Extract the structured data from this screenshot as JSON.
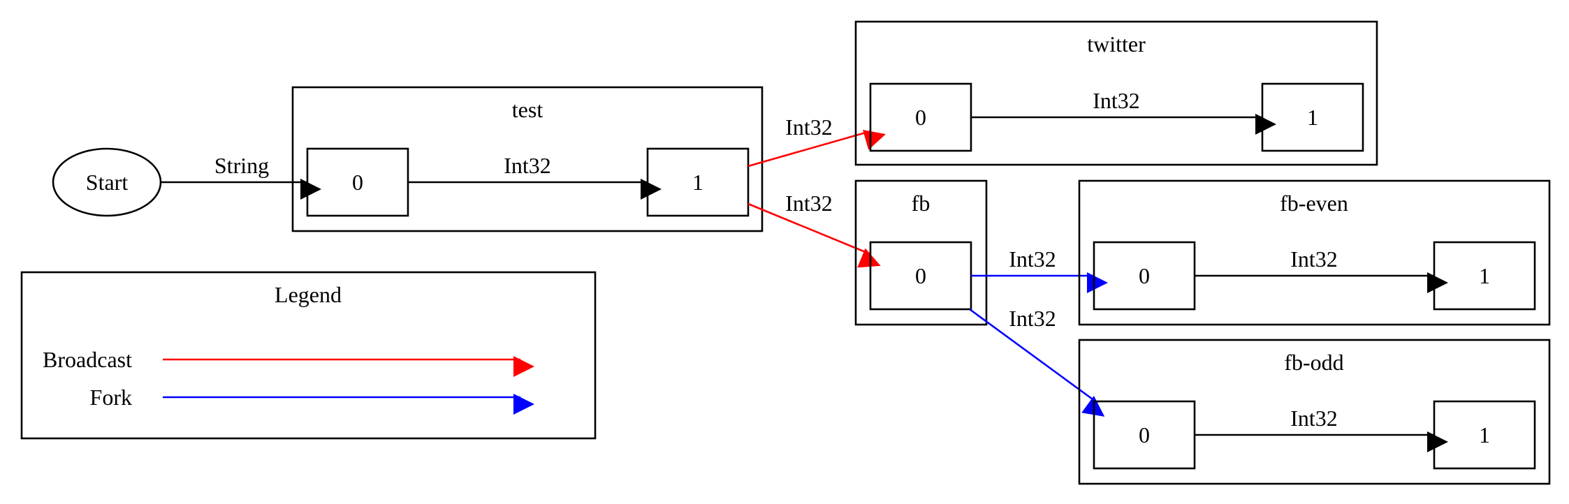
{
  "colors": {
    "default_edge": "#000000",
    "broadcast": "#ff0000",
    "fork": "#0000ff"
  },
  "start": {
    "label": "Start"
  },
  "clusters": {
    "test": {
      "title": "test",
      "node0": "0",
      "node1": "1",
      "edge_label": "Int32"
    },
    "twitter": {
      "title": "twitter",
      "node0": "0",
      "node1": "1",
      "edge_label": "Int32"
    },
    "fb": {
      "title": "fb",
      "node0": "0"
    },
    "fb_even": {
      "title": "fb-even",
      "node0": "0",
      "node1": "1",
      "edge_label": "Int32"
    },
    "fb_odd": {
      "title": "fb-odd",
      "node0": "0",
      "node1": "1",
      "edge_label": "Int32"
    }
  },
  "edges": {
    "start_to_test": {
      "label": "String"
    },
    "test_to_twitter": {
      "label": "Int32",
      "kind": "broadcast"
    },
    "test_to_fb": {
      "label": "Int32",
      "kind": "broadcast"
    },
    "fb_to_fb_even": {
      "label": "Int32",
      "kind": "fork"
    },
    "fb_to_fb_odd": {
      "label": "Int32",
      "kind": "fork"
    }
  },
  "legend": {
    "title": "Legend",
    "items": [
      {
        "label": "Broadcast",
        "kind": "broadcast"
      },
      {
        "label": "Fork",
        "kind": "fork"
      }
    ]
  }
}
